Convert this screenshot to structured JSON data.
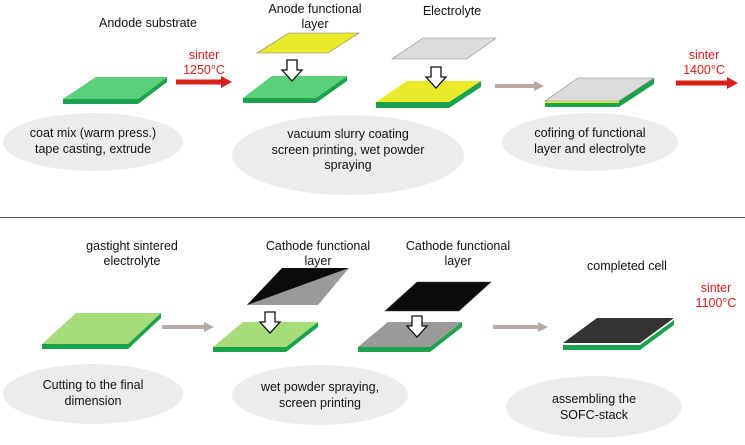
{
  "colors": {
    "substrate_top": "#5ad07b",
    "substrate_side": "#1aa24c",
    "functional_yellow": "#eaea2a",
    "electrolyte_gray": "#dcdcdc",
    "light_green": "#a6dd7a",
    "cathode_black": "#0b0b0b",
    "cathode_gray": "#9a9a9a",
    "completed_dark": "#333333",
    "sinter_red": "#d8201a",
    "flow_arrow": "#b9a8a5",
    "ellipse_fill": "#ececec"
  },
  "top_row": {
    "anode_substrate": "Andode substrate",
    "anode_functional_layer_1": "Anode functional",
    "anode_functional_layer_2": "layer",
    "electrolyte": "Electrolyte",
    "sinter1_label": "sinter",
    "sinter1_temp": "1250°C",
    "sinter2_label": "sinter",
    "sinter2_temp": "1400°C",
    "step1_line1": "coat mix (warm press.)",
    "step1_line2": "tape casting, extrude",
    "step2_line1": "vacuum slurry coating",
    "step2_line2": "screen printing, wet powder",
    "step2_line3": "spraying",
    "step3_line1": "cofiring of functional",
    "step3_line2": "layer and electrolyte"
  },
  "bottom_row": {
    "gastight_1": "gastight sintered",
    "gastight_2": "electrolyte",
    "cathode1_1": "Cathode functional",
    "cathode1_2": "layer",
    "cathode2_1": "Cathode functional",
    "cathode2_2": "layer",
    "completed_cell": "completed cell",
    "sinter3_label": "sinter",
    "sinter3_temp": "1100°C",
    "step4_line1": "Cutting to the final",
    "step4_line2": "dimension",
    "step5_line1": "wet powder spraying,",
    "step5_line2": "screen printing",
    "step6_line1": "assembling the",
    "step6_line2": "SOFC-stack"
  }
}
